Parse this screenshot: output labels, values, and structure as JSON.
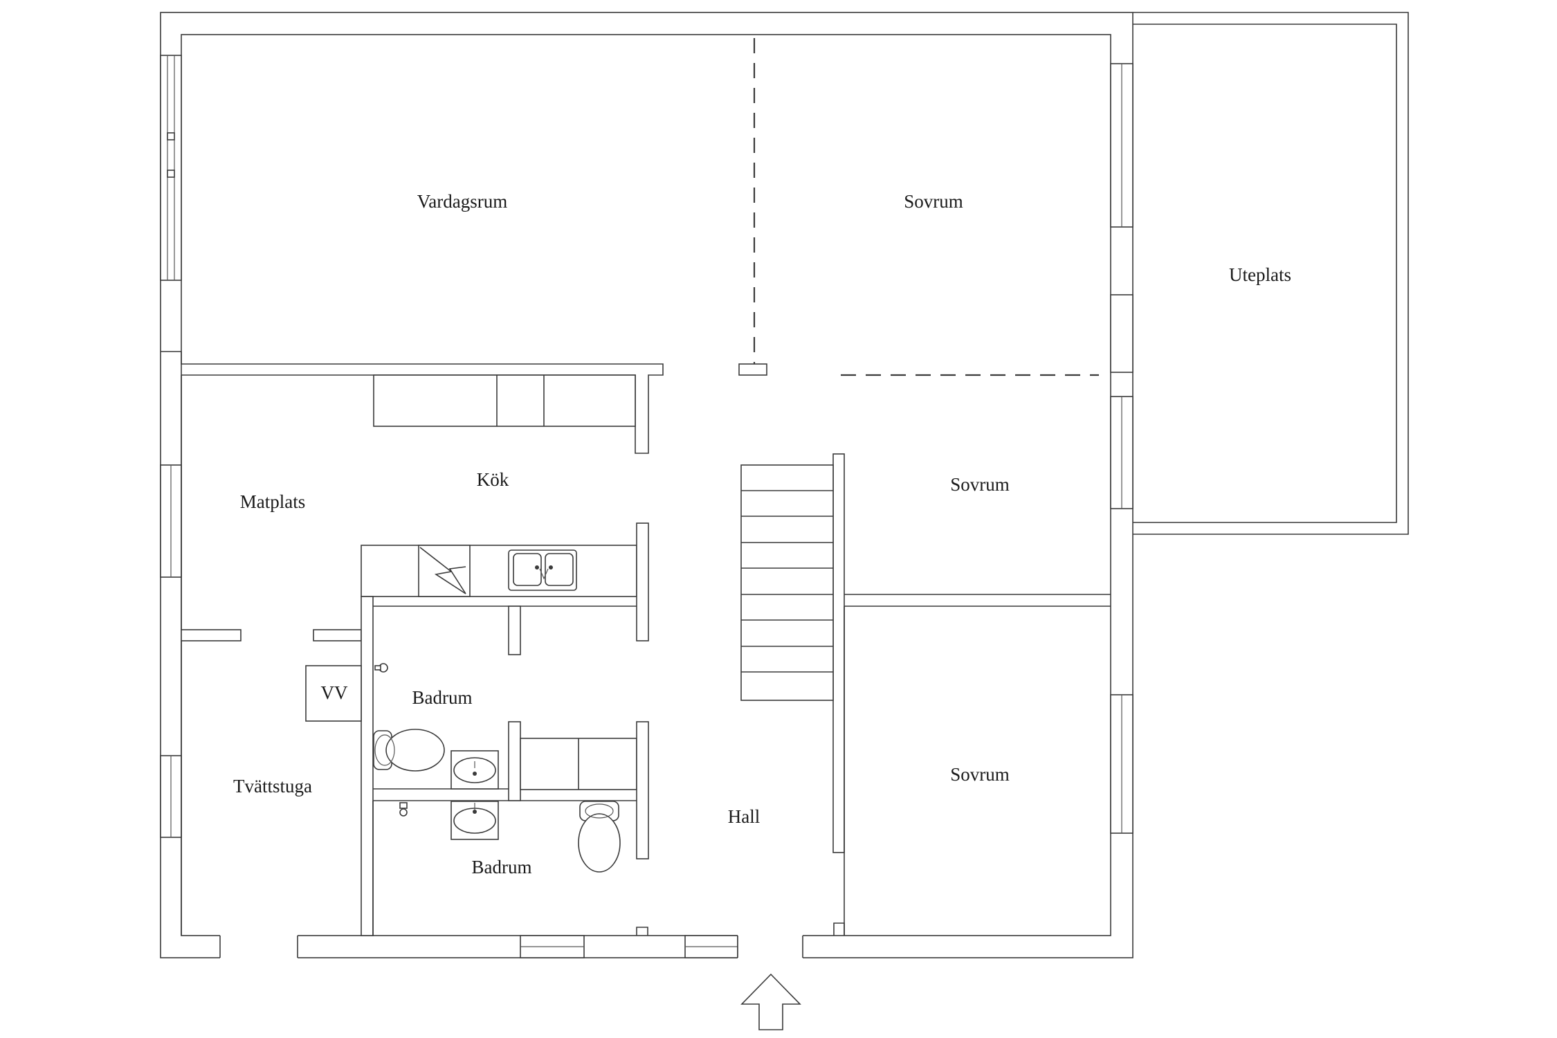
{
  "rooms": {
    "vardagsrum": "Vardagsrum",
    "sovrum_1": "Sovrum",
    "sovrum_2": "Sovrum",
    "sovrum_3": "Sovrum",
    "uteplats": "Uteplats",
    "kok": "Kök",
    "matplats": "Matplats",
    "badrum_1": "Badrum",
    "badrum_2": "Badrum",
    "tvattstuga": "Tvättstuga",
    "hall": "Hall",
    "vv": "VV"
  },
  "icons": {
    "entrance": "entrance-arrow-icon",
    "stove": "stove-icon",
    "sink": "kitchen-sink-icon",
    "toilet": "toilet-icon",
    "washbasin": "washbasin-icon",
    "tap": "tap-icon"
  },
  "colors": {
    "line": "#3a3a3a",
    "background": "#ffffff",
    "text": "#1a1a1a"
  }
}
